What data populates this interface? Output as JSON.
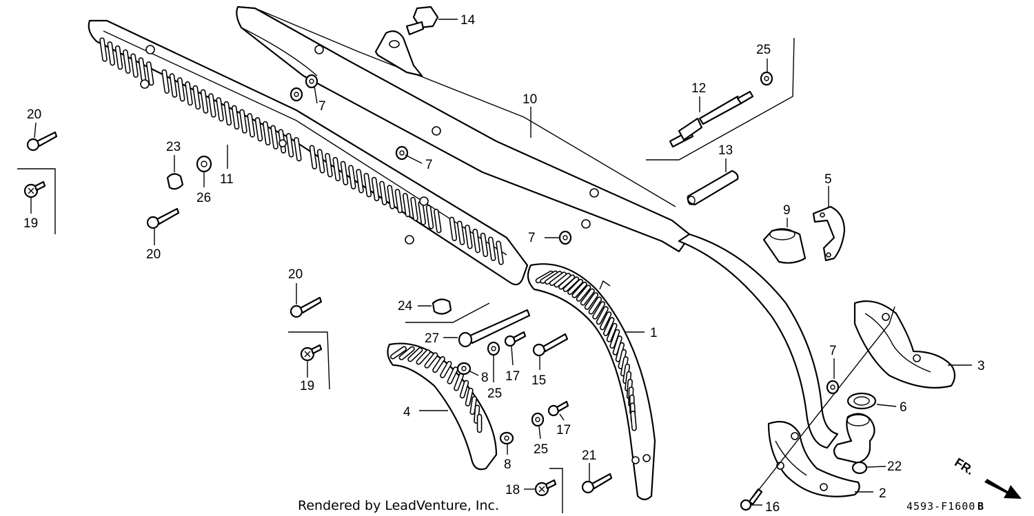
{
  "credit": "Rendered by LeadVenture, Inc.",
  "diagram_code": "4593-F1600",
  "diagram_code_suffix": "B",
  "front_indicator": "FR.",
  "callouts": {
    "p1": "1",
    "p2": "2",
    "p3": "3",
    "p4": "4",
    "p5": "5",
    "p6": "6",
    "p7a": "7",
    "p7b": "7",
    "p7c": "7",
    "p7d": "7",
    "p8a": "8",
    "p8b": "8",
    "p9": "9",
    "p10": "10",
    "p11": "11",
    "p12": "12",
    "p13": "13",
    "p14": "14",
    "p15": "15",
    "p16": "16",
    "p17a": "17",
    "p17b": "17",
    "p18": "18",
    "p19a": "19",
    "p19b": "19",
    "p20a": "20",
    "p20b": "20",
    "p20c": "20",
    "p21": "21",
    "p22": "22",
    "p23": "23",
    "p24": "24",
    "p25a": "25",
    "p25b": "25",
    "p25c": "25",
    "p26": "26",
    "p27": "27"
  }
}
